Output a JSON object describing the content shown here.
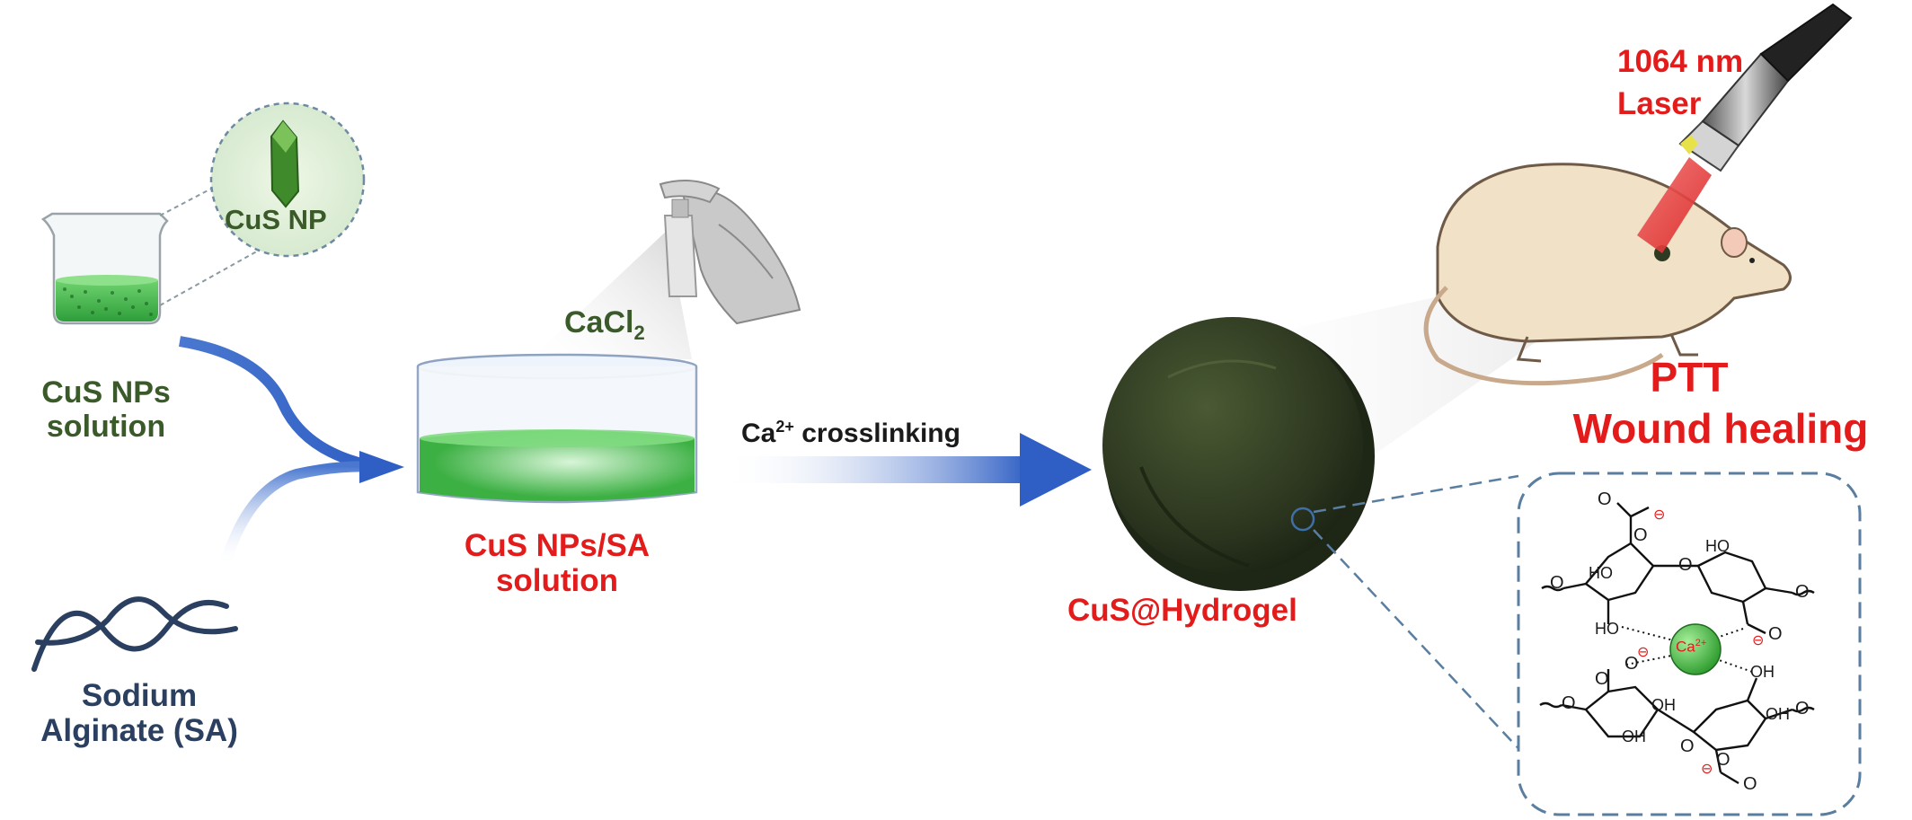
{
  "labels": {
    "cus_np_inset": "CuS NP",
    "cus_nps_solution_line1": "CuS NPs",
    "cus_nps_solution_line2": "solution",
    "sodium_alginate_line1": "Sodium",
    "sodium_alginate_line2": "Alginate (SA)",
    "cacl2_main": "CaCl",
    "cacl2_sub": "2",
    "mixed_solution_line1": "CuS NPs/SA",
    "mixed_solution_line2": "solution",
    "crosslink_ca": "Ca",
    "crosslink_sup": "2+",
    "crosslink_text": " crosslinking",
    "hydrogel": "CuS@Hydrogel",
    "laser_line1": "1064 nm",
    "laser_line2": "Laser",
    "ptt": "PTT",
    "wound_healing": "Wound healing"
  },
  "structure": {
    "ca_ion": "Ca",
    "ca_charge": "2+",
    "ho": "HO",
    "oh": "OH",
    "o": "O",
    "minus": "⊖"
  },
  "colors": {
    "label_green": "#3b5a2a",
    "label_red": "#e31b1b",
    "label_navy": "#2b3f60",
    "liquid_green": "#3cb043",
    "arrow_blue": "#2f5fc4",
    "hydrogel": "#2f3a22",
    "laser_red": "#e8383b"
  }
}
